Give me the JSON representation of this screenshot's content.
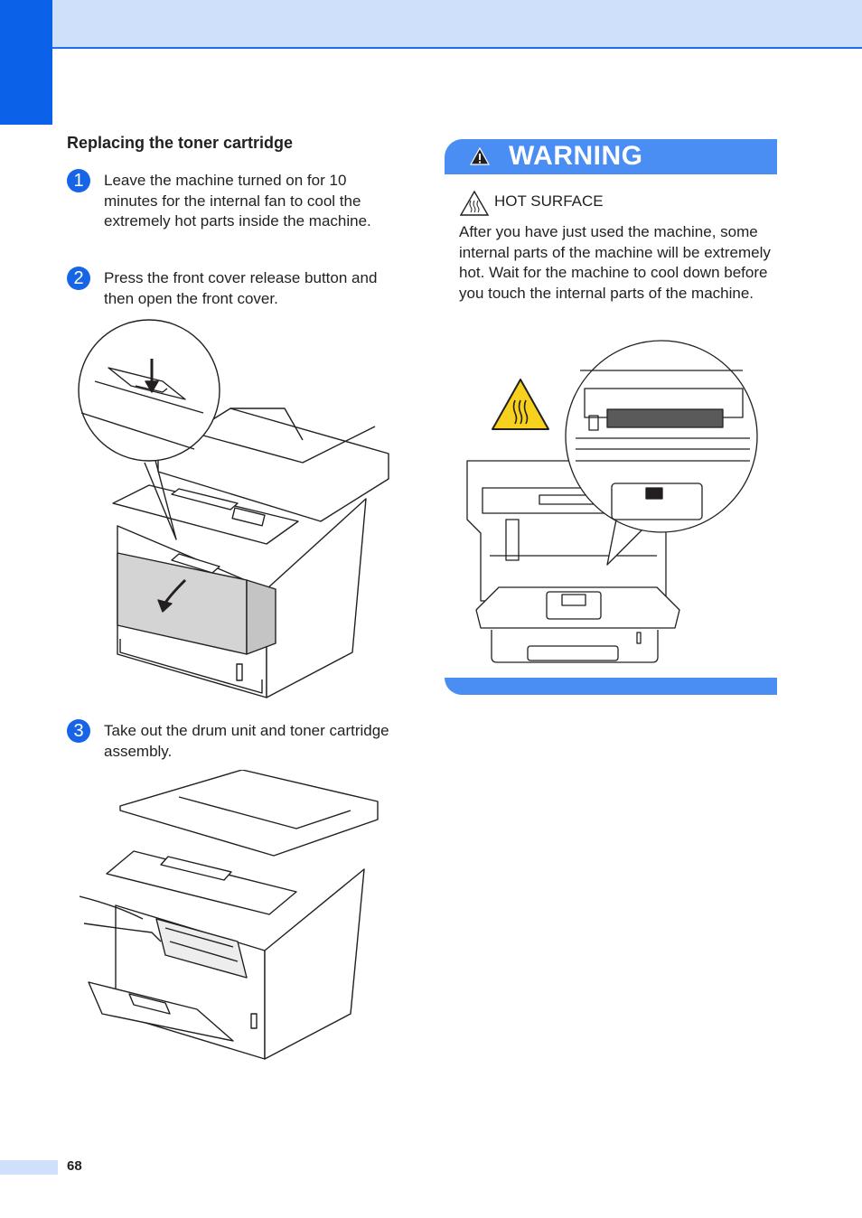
{
  "section": {
    "title": "Replacing the toner cartridge"
  },
  "steps": [
    {
      "num": "1",
      "text": "Leave the machine turned on for 10 minutes for the internal fan to cool the extremely hot parts inside the machine."
    },
    {
      "num": "2",
      "text": "Press the front cover release button and then open the front cover."
    },
    {
      "num": "3",
      "text": "Take out the drum unit and toner cartridge assembly."
    }
  ],
  "warning": {
    "title": "WARNING",
    "subtitle": "HOT SURFACE",
    "body": "After you have just used the machine, some internal parts of the machine will be extremely hot. Wait for the machine to cool down before you touch the internal parts of the machine."
  },
  "figures": [
    {
      "name": "front-cover-release-illustration"
    },
    {
      "name": "hot-surface-interior-illustration"
    },
    {
      "name": "remove-drum-unit-illustration"
    }
  ],
  "colors": {
    "accent": "#0b62e8",
    "band": "#cfe0fb",
    "warning": "#4a8df3",
    "hot_label": "#f7d11e"
  },
  "footer": {
    "page_number": "68"
  }
}
